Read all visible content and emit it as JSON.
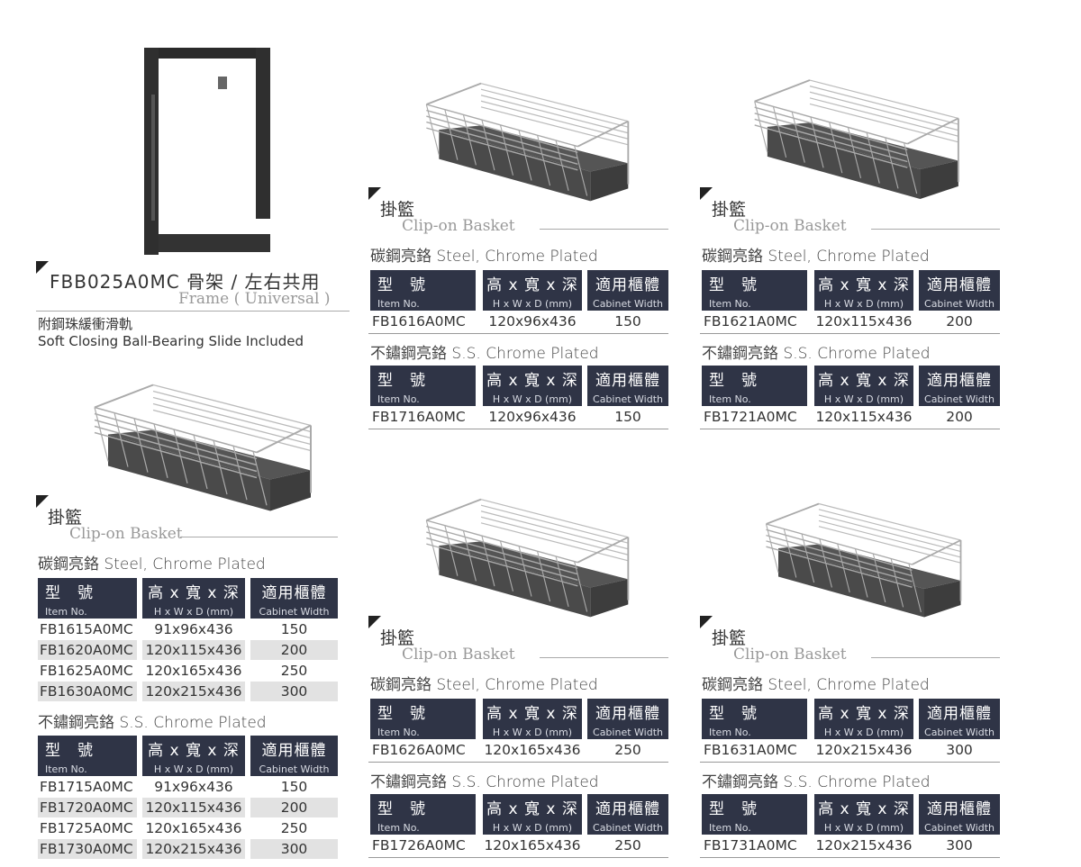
{
  "frame": {
    "title": "FBB025A0MC 骨架 / 左右共用",
    "subtitle": "Frame ( Universal )",
    "note_zh": "附鋼珠緩衝滑軌",
    "note_en": "Soft Closing Ball-Bearing Slide Included"
  },
  "headers": {
    "item_zh": "型　號",
    "item_en": "Item No.",
    "size_zh": "高 x 寬 x 深",
    "size_en": "H x W x D (mm)",
    "cab_zh": "適用櫃體",
    "cab_en": "Cabinet Width"
  },
  "sections": [
    {
      "title_zh": "掛籃",
      "title_en": "Clip-on Basket",
      "steel_label": "碳鋼亮鉻 Steel, Chrome Plated",
      "steel_rows": [
        [
          "FB1615A0MC",
          "91x96x436",
          "150"
        ],
        [
          "FB1620A0MC",
          "120x115x436",
          "200"
        ],
        [
          "FB1625A0MC",
          "120x165x436",
          "250"
        ],
        [
          "FB1630A0MC",
          "120x215x436",
          "300"
        ]
      ],
      "ss_label": "不鏽鋼亮鉻 S.S. Chrome Plated",
      "ss_rows": [
        [
          "FB1715A0MC",
          "91x96x436",
          "150"
        ],
        [
          "FB1720A0MC",
          "120x115x436",
          "200"
        ],
        [
          "FB1725A0MC",
          "120x165x436",
          "250"
        ],
        [
          "FB1730A0MC",
          "120x215x436",
          "300"
        ]
      ]
    },
    {
      "title_zh": "掛籃",
      "title_en": "Clip-on Basket",
      "steel_label": "碳鋼亮鉻 Steel, Chrome Plated",
      "steel_rows": [
        [
          "FB1616A0MC",
          "120x96x436",
          "150"
        ]
      ],
      "ss_label": "不鏽鋼亮鉻 S.S. Chrome Plated",
      "ss_rows": [
        [
          "FB1716A0MC",
          "120x96x436",
          "150"
        ]
      ]
    },
    {
      "title_zh": "掛籃",
      "title_en": "Clip-on Basket",
      "steel_label": "碳鋼亮鉻 Steel, Chrome Plated",
      "steel_rows": [
        [
          "FB1621A0MC",
          "120x115x436",
          "200"
        ]
      ],
      "ss_label": "不鏽鋼亮鉻 S.S. Chrome Plated",
      "ss_rows": [
        [
          "FB1721A0MC",
          "120x115x436",
          "200"
        ]
      ]
    },
    {
      "title_zh": "掛籃",
      "title_en": "Clip-on Basket",
      "steel_label": "碳鋼亮鉻 Steel, Chrome Plated",
      "steel_rows": [
        [
          "FB1626A0MC",
          "120x165x436",
          "250"
        ]
      ],
      "ss_label": "不鏽鋼亮鉻 S.S. Chrome Plated",
      "ss_rows": [
        [
          "FB1726A0MC",
          "120x165x436",
          "250"
        ]
      ]
    },
    {
      "title_zh": "掛籃",
      "title_en": "Clip-on Basket",
      "steel_label": "碳鋼亮鉻 Steel, Chrome Plated",
      "steel_rows": [
        [
          "FB1631A0MC",
          "120x215x436",
          "300"
        ]
      ],
      "ss_label": "不鏽鋼亮鉻 S.S. Chrome Plated",
      "ss_rows": [
        [
          "FB1731A0MC",
          "120x215x436",
          "300"
        ]
      ]
    }
  ]
}
